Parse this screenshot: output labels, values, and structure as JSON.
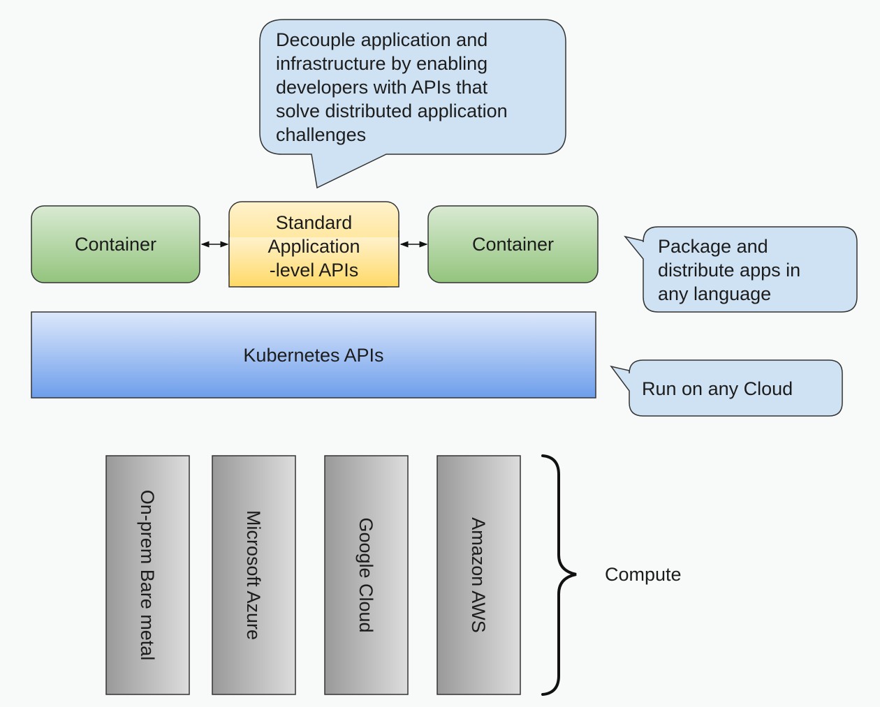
{
  "callouts": {
    "top": "Decouple application and infrastructure by enabling developers with APIs that solve distributed application challenges",
    "top_lines": [
      "Decouple application and",
      "infrastructure by enabling",
      "developers with APIs that",
      "solve distributed application",
      "challenges"
    ],
    "package": "Package and distribute apps in any language",
    "package_lines": [
      "Package and",
      "distribute apps in",
      "any language"
    ],
    "cloud": "Run on any Cloud"
  },
  "app_layer": {
    "left_container": "Container",
    "right_container": "Container",
    "standard_apis_lines": [
      "Standard",
      "Application",
      "-level APIs"
    ]
  },
  "kubernetes": {
    "label": "Kubernetes APIs"
  },
  "compute": {
    "label": "Compute",
    "providers": [
      "On-prem Bare metal",
      "Microsoft Azure",
      "Google Cloud",
      "Amazon AWS"
    ]
  },
  "colors": {
    "background": "#f8fafa",
    "callout_fill": "#cfe2f3",
    "container_top": "#d9ead3",
    "container_bottom": "#93c47d",
    "standard_top": "#fff2cc",
    "standard_bottom": "#ffd966",
    "kubernetes_top": "#dde8fb",
    "kubernetes_bottom": "#6d9eeb",
    "provider_dark": "#999999",
    "provider_light": "#dddddd",
    "stroke": "#333333"
  }
}
